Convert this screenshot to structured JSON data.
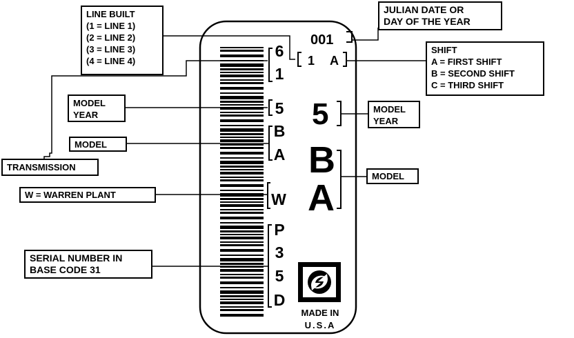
{
  "label": {
    "julian": "001",
    "line_shift": "1  A",
    "line_digit": "1",
    "shift_letter": "A",
    "year_large": "5",
    "model_large": [
      "B",
      "A"
    ],
    "vertical_chars": [
      "6",
      "1",
      "5",
      "B",
      "A",
      "W",
      "P",
      "3",
      "5",
      "D"
    ],
    "made_in": [
      "MADE IN",
      "U.S.A"
    ]
  },
  "callouts": {
    "line_built": {
      "title": "LINE BUILT",
      "lines": [
        "(1 = LINE 1)",
        "(2 = LINE 2)",
        "(3 = LINE 3)",
        "(4 = LINE 4)"
      ]
    },
    "julian_date": [
      "JULIAN DATE OR",
      "DAY OF THE YEAR"
    ],
    "shift": {
      "title": "SHIFT",
      "lines": [
        "A = FIRST SHIFT",
        "B = SECOND SHIFT",
        "C = THIRD SHIFT"
      ]
    },
    "model_year_left": [
      "MODEL",
      "YEAR"
    ],
    "model_year_right": [
      "MODEL",
      "YEAR"
    ],
    "model_left": "MODEL",
    "model_right": "MODEL",
    "transmission": "TRANSMISSION",
    "warren": "W = WARREN PLANT",
    "serial": [
      "SERIAL NUMBER IN",
      "BASE CODE 31"
    ]
  }
}
